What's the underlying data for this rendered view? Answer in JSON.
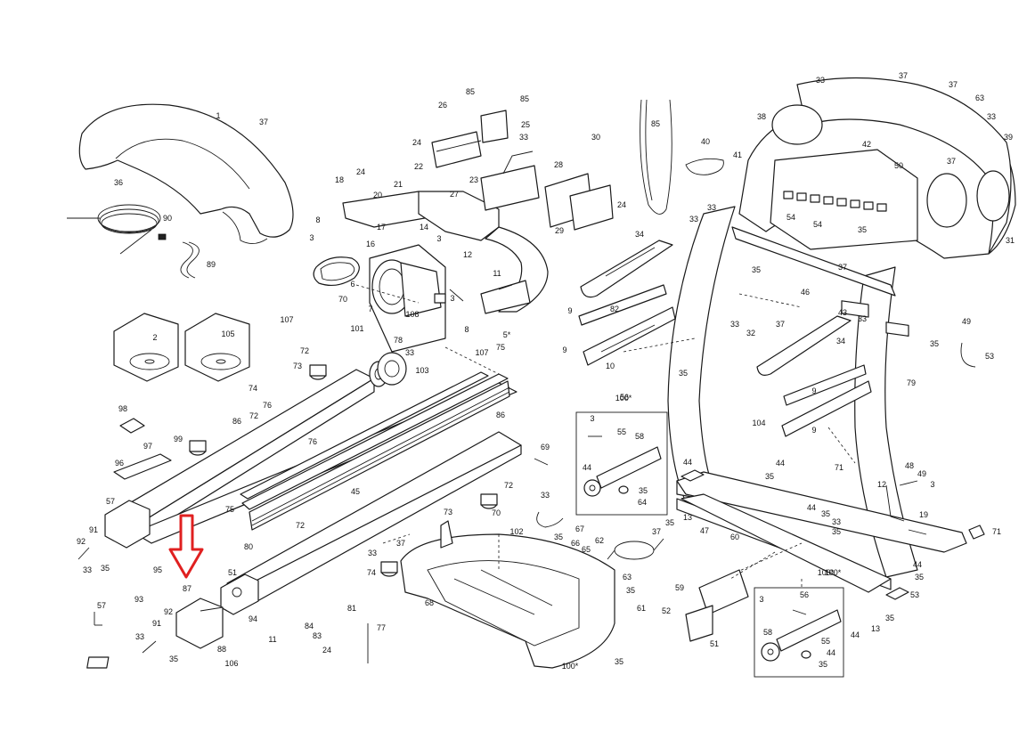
{
  "diagram": {
    "arrow_color": "#e02020",
    "highlighted_part": "93",
    "inset_labels": [
      "100*",
      "100*"
    ],
    "callouts": [
      "1",
      "37",
      "36",
      "90",
      "89",
      "2",
      "105",
      "18",
      "24",
      "20",
      "8",
      "3",
      "17",
      "16",
      "14",
      "21",
      "22",
      "3",
      "12",
      "85",
      "85",
      "26",
      "25",
      "24",
      "33",
      "23",
      "27",
      "28",
      "29",
      "24",
      "30",
      "85",
      "40",
      "33",
      "37",
      "37",
      "63",
      "33",
      "39",
      "38",
      "41",
      "42",
      "50",
      "37",
      "31",
      "34",
      "9",
      "82",
      "9",
      "10",
      "11",
      "3",
      "8",
      "5*",
      "6",
      "7",
      "108",
      "107",
      "70",
      "101",
      "78",
      "33",
      "72",
      "73",
      "74",
      "76",
      "86",
      "72",
      "99",
      "98",
      "97",
      "96",
      "57",
      "91",
      "92",
      "33",
      "35",
      "95",
      "93",
      "87",
      "51",
      "94",
      "57",
      "92",
      "91",
      "33",
      "35",
      "88",
      "106",
      "11",
      "84",
      "83",
      "24",
      "81",
      "77",
      "103",
      "107",
      "75",
      "86",
      "76",
      "75",
      "45",
      "80",
      "72",
      "33",
      "74",
      "73",
      "70",
      "69",
      "33",
      "72",
      "37",
      "35",
      "68",
      "102",
      "67",
      "66",
      "65",
      "62",
      "63",
      "35",
      "61",
      "37",
      "35",
      "100*",
      "56",
      "3",
      "55",
      "58",
      "44",
      "35",
      "64",
      "35",
      "33",
      "33",
      "54",
      "37",
      "43",
      "34",
      "9",
      "104",
      "9",
      "71",
      "44",
      "35",
      "35",
      "46",
      "32",
      "33",
      "54",
      "37",
      "35",
      "33",
      "49",
      "79",
      "35",
      "53",
      "44",
      "35",
      "13",
      "47",
      "48",
      "49",
      "3",
      "12",
      "19",
      "44",
      "35",
      "33",
      "35",
      "60",
      "59",
      "52",
      "51",
      "100*",
      "3",
      "56",
      "58",
      "55",
      "44",
      "35",
      "44",
      "13",
      "35",
      "53",
      "44",
      "35",
      "71"
    ]
  }
}
